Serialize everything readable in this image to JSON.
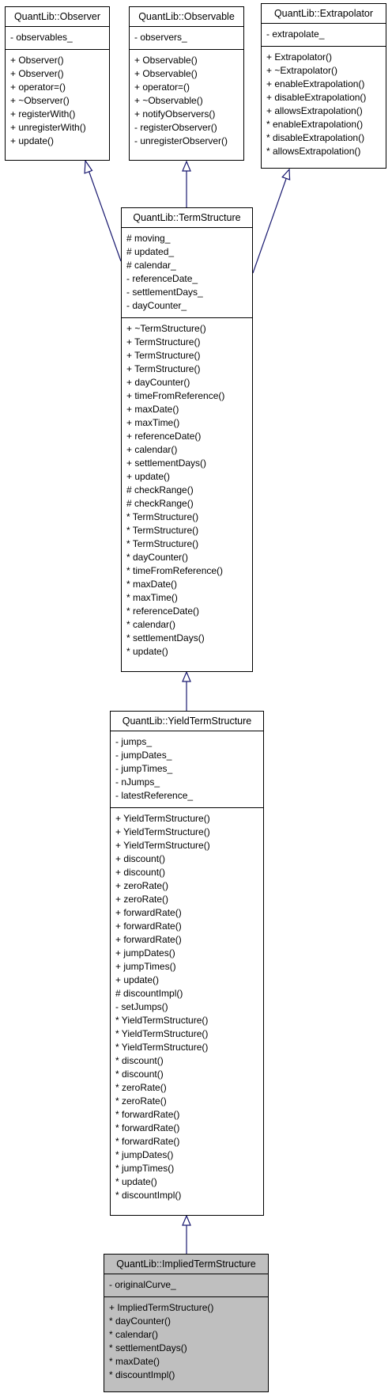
{
  "classes": [
    {
      "id": "observer",
      "name": "QuantLib::Observer",
      "attributes": [
        "- observables_"
      ],
      "methods": [
        "+ Observer()",
        "+ Observer()",
        "+ operator=()",
        "+ ~Observer()",
        "+ registerWith()",
        "+ unregisterWith()",
        "+ update()"
      ]
    },
    {
      "id": "observable",
      "name": "QuantLib::Observable",
      "attributes": [
        "- observers_"
      ],
      "methods": [
        "+ Observable()",
        "+ Observable()",
        "+ operator=()",
        "+ ~Observable()",
        "+ notifyObservers()",
        "- registerObserver()",
        "- unregisterObserver()"
      ]
    },
    {
      "id": "extrapolator",
      "name": "QuantLib::Extrapolator",
      "attributes": [
        "- extrapolate_"
      ],
      "methods": [
        "+ Extrapolator()",
        "+ ~Extrapolator()",
        "+ enableExtrapolation()",
        "+ disableExtrapolation()",
        "+ allowsExtrapolation()",
        "* enableExtrapolation()",
        "* disableExtrapolation()",
        "* allowsExtrapolation()"
      ]
    },
    {
      "id": "termstructure",
      "name": "QuantLib::TermStructure",
      "attributes": [
        "# moving_",
        "# updated_",
        "# calendar_",
        "- referenceDate_",
        "- settlementDays_",
        "- dayCounter_"
      ],
      "methods": [
        "+ ~TermStructure()",
        "+ TermStructure()",
        "+ TermStructure()",
        "+ TermStructure()",
        "+ dayCounter()",
        "+ timeFromReference()",
        "+ maxDate()",
        "+ maxTime()",
        "+ referenceDate()",
        "+ calendar()",
        "+ settlementDays()",
        "+ update()",
        "# checkRange()",
        "# checkRange()",
        "* TermStructure()",
        "* TermStructure()",
        "* TermStructure()",
        "* dayCounter()",
        "* timeFromReference()",
        "* maxDate()",
        "* maxTime()",
        "* referenceDate()",
        "* calendar()",
        "* settlementDays()",
        "* update()"
      ]
    },
    {
      "id": "yieldtermstructure",
      "name": "QuantLib::YieldTermStructure",
      "attributes": [
        "- jumps_",
        "- jumpDates_",
        "- jumpTimes_",
        "- nJumps_",
        "- latestReference_"
      ],
      "methods": [
        "+ YieldTermStructure()",
        "+ YieldTermStructure()",
        "+ YieldTermStructure()",
        "+ discount()",
        "+ discount()",
        "+ zeroRate()",
        "+ zeroRate()",
        "+ forwardRate()",
        "+ forwardRate()",
        "+ forwardRate()",
        "+ jumpDates()",
        "+ jumpTimes()",
        "+ update()",
        "# discountImpl()",
        "- setJumps()",
        "* YieldTermStructure()",
        "* YieldTermStructure()",
        "* YieldTermStructure()",
        "* discount()",
        "* discount()",
        "* zeroRate()",
        "* zeroRate()",
        "* forwardRate()",
        "* forwardRate()",
        "* forwardRate()",
        "* jumpDates()",
        "* jumpTimes()",
        "* update()",
        "* discountImpl()"
      ]
    },
    {
      "id": "impliedtermstructure",
      "name": "QuantLib::ImpliedTermStructure",
      "highlighted": true,
      "attributes": [
        "- originalCurve_"
      ],
      "methods": [
        "+ ImpliedTermStructure()",
        "* dayCounter()",
        "* calendar()",
        "* settlementDays()",
        "* maxDate()",
        "* discountImpl()"
      ]
    }
  ],
  "colors": {
    "edge": "#191970",
    "highlight_fill": "#bfbfbf",
    "border": "#000000"
  }
}
